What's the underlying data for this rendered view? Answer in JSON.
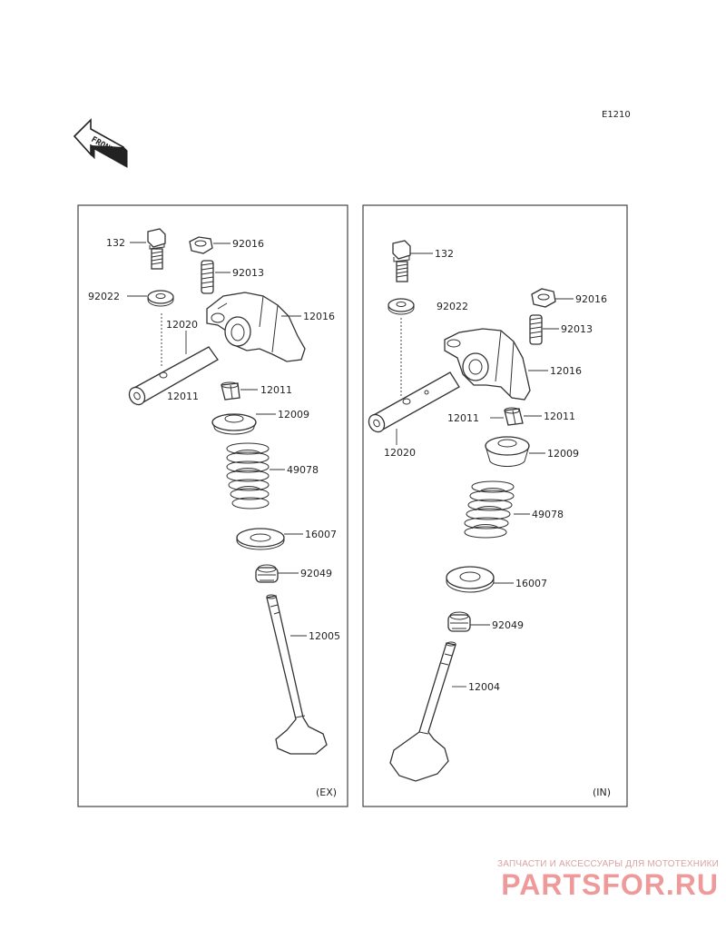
{
  "diagram_code": "E1210",
  "front_label": "FRONT",
  "panels": {
    "exhaust": {
      "tag": "(EX)",
      "labels": {
        "bolt": "132",
        "nut": "92016",
        "screw": "92013",
        "washer": "92022",
        "rocker_arm": "12016",
        "shaft_top": "12020",
        "shaft_bottom": "12011",
        "retainer_keeper": "12011",
        "spring_retainer": "12009",
        "spring": "49078",
        "spring_seat": "16007",
        "stem_seal": "92049",
        "valve": "12005"
      }
    },
    "intake": {
      "tag": "(IN)",
      "labels": {
        "bolt": "132",
        "washer": "92022",
        "nut": "92016",
        "screw": "92013",
        "rocker_arm": "12016",
        "keeper_left": "12011",
        "keeper_right": "12011",
        "shaft": "12020",
        "spring_retainer": "12009",
        "spring": "49078",
        "spring_seat": "16007",
        "stem_seal": "92049",
        "valve": "12004"
      }
    }
  },
  "watermark": {
    "line1": "ЗАПЧАСТИ И АКСЕССУАРЫ ДЛЯ МОТОТЕХНИКИ",
    "line2": "PARTSFOR.RU"
  }
}
